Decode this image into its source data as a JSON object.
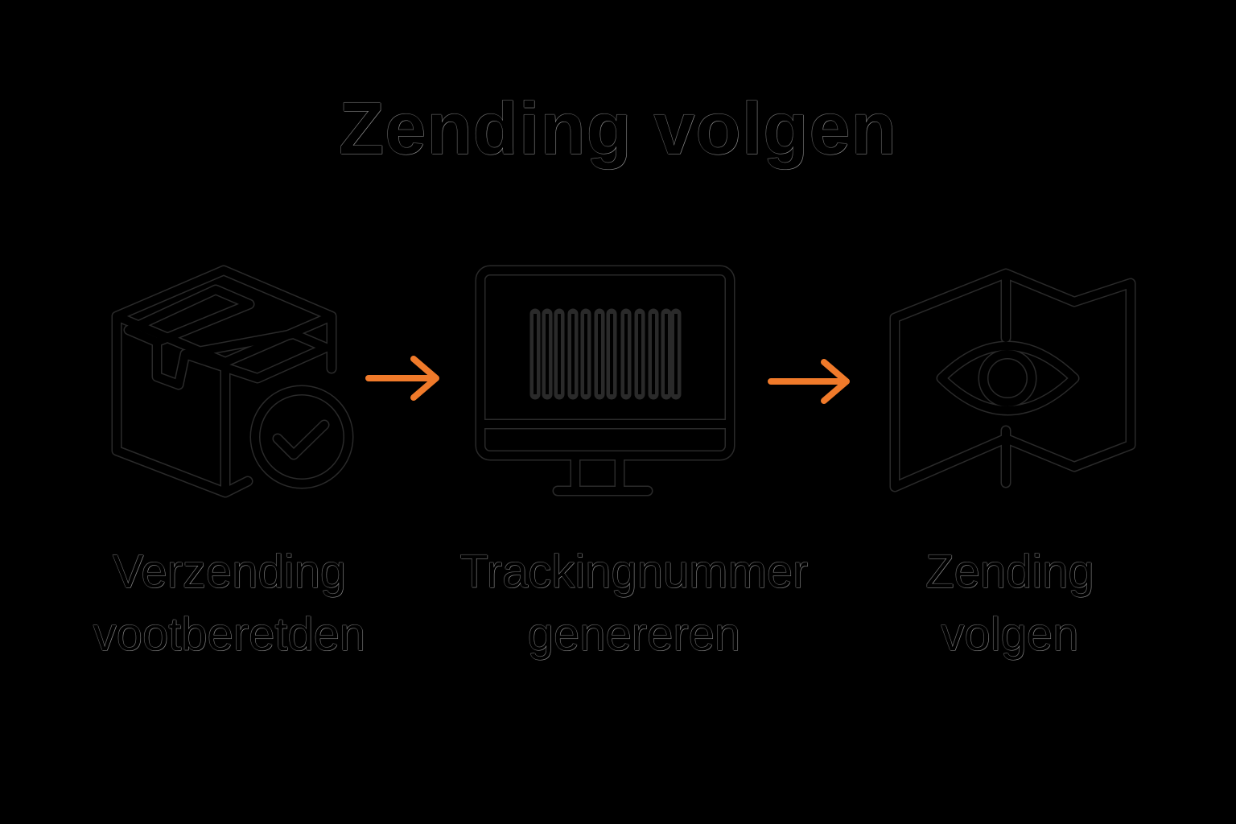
{
  "title": "Zending volgen",
  "steps": [
    {
      "icon": "package-check-icon",
      "label_line1": "Verzending",
      "label_line2": "vootberetden"
    },
    {
      "icon": "monitor-barcode-icon",
      "label_line1": "Trackingnummer",
      "label_line2": "genereren"
    },
    {
      "icon": "map-eye-icon",
      "label_line1": "Zending",
      "label_line2": "volgen"
    }
  ],
  "colors": {
    "background": "#000000",
    "arrow": "#f07a2a"
  }
}
